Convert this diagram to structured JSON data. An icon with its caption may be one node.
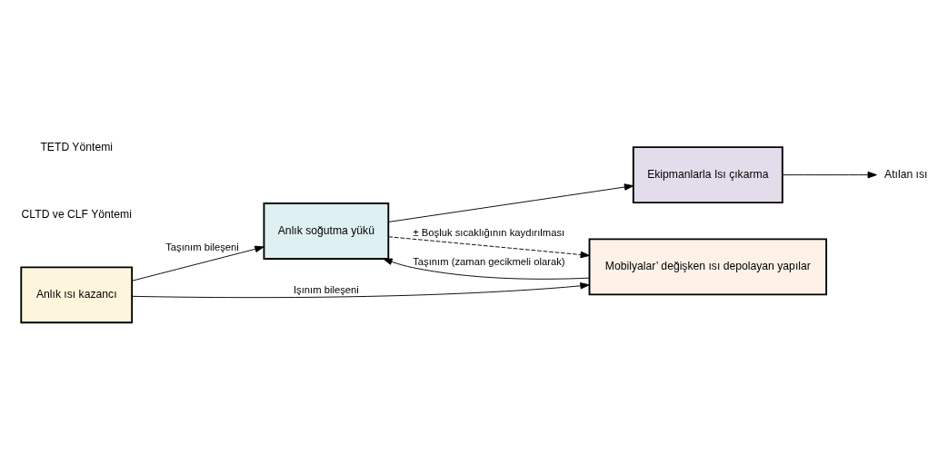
{
  "diagram": {
    "nodes": [
      {
        "text": [
          "Anlık ısı kazancı"
        ]
      },
      {
        "text": [
          "Anlık soğutma yükü"
        ]
      },
      {
        "text": [
          "Ekipmanlarla Isı çıkarma"
        ]
      },
      {
        "text": [
          "Atılan ısı"
        ]
      },
      {
        "text": [
          "Mobilyalar’ değişken ısı depolayan yapılar"
        ]
      }
    ],
    "edges": [
      {
        "from": 0,
        "to": 1,
        "arrow": "to",
        "label": "Taşınım bileşeni"
      },
      {
        "from": 1,
        "to": 2,
        "arrow": "to"
      },
      {
        "from": 2,
        "to": 3,
        "arrow": "to"
      },
      {
        "from": 0,
        "to": 4,
        "arrow": "to",
        "label": "Işınım bileşeni"
      },
      {
        "from": 4,
        "to": 1,
        "arrow": "to",
        "label": "Taşınım (zaman gecikmeli olarak)"
      },
      {
        "from": 1,
        "to": 4,
        "arrow": "to",
        "style": "dashed",
        "label": "± Boşluk sıcaklığının kaydırılması"
      }
    ],
    "labels": [
      "CLTD ve CLF Yöntemi",
      "TETD Yöntemi"
    ]
  }
}
